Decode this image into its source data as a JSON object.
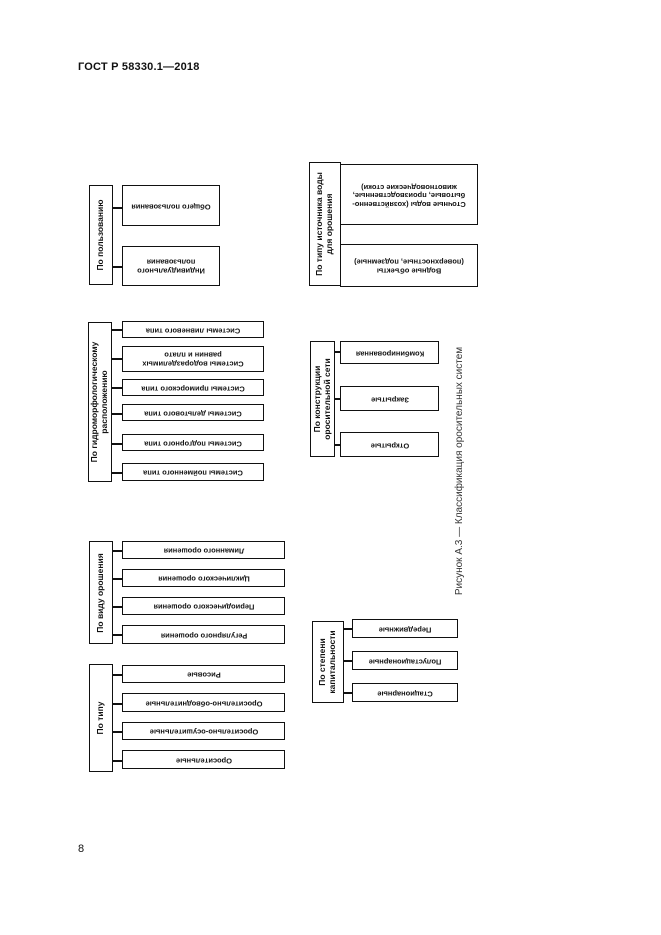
{
  "header": "ГОСТ Р 58330.1—2018",
  "page_number": "8",
  "caption": "Рисунок А.3 — Классификация оросительных систем",
  "groups": {
    "use": {
      "label": "По пользованию",
      "items": [
        "Общего пользования",
        "Индивидуального пользования"
      ]
    },
    "hydro": {
      "label": "По гидроморфологическому расположению",
      "items": [
        "Системы ливневого типа",
        "Системы водоразделимых равнин и плато",
        "Системы приморского типа",
        "Системы дельтового типа",
        "Системы подгорного типа",
        "Системы пойменного типа"
      ]
    },
    "irrig": {
      "label": "По виду орошения",
      "items": [
        "Лиманного орошения",
        "Циклического орошения",
        "Периодического орошения",
        "Регулярного орошения"
      ]
    },
    "type": {
      "label": "По типу",
      "items": [
        "Рисовые",
        "Оросительно-обводнительные",
        "Оросительно-осушительные",
        "Оросительные"
      ]
    },
    "water": {
      "label": "По типу источника воды для орошения",
      "items": [
        "Сточные воды (хозяйственно-бытовые, производственные, животноводческие стоки)",
        "Водные объекты (поверхностные, подземные)"
      ]
    },
    "constr": {
      "label": "По конструкции оросительной сети",
      "items": [
        "Комбинированная",
        "Закрытые",
        "Открытые"
      ]
    },
    "mobility": {
      "label": "По степени капитальности",
      "items": [
        "Передвижные",
        "Полустационарные",
        "Стационарные"
      ]
    }
  }
}
